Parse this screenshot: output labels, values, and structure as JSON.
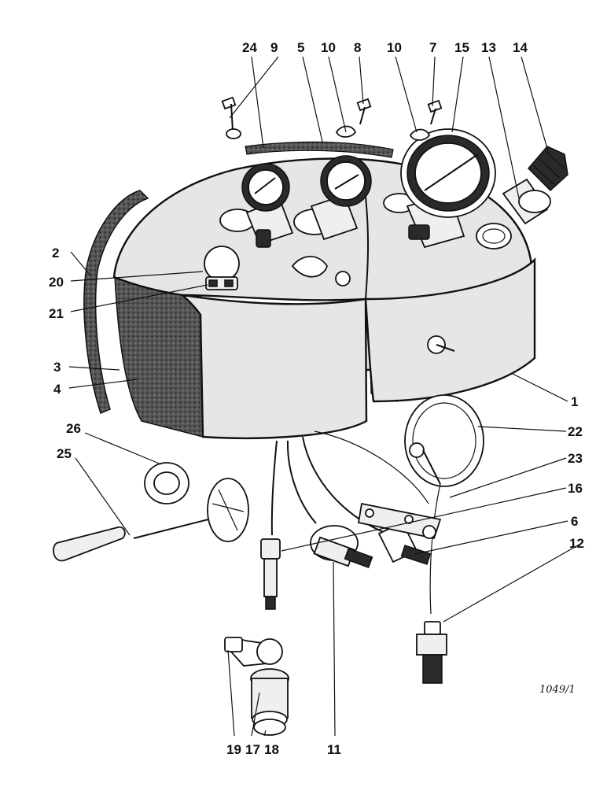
{
  "diagram": {
    "callouts": [
      "24",
      "9",
      "5",
      "10",
      "8",
      "10",
      "7",
      "15",
      "13",
      "14",
      "2",
      "20",
      "21",
      "3",
      "4",
      "1",
      "26",
      "22",
      "25",
      "23",
      "16",
      "6",
      "12",
      "11",
      "19",
      "17",
      "18"
    ],
    "reference_code": "1049/1"
  }
}
